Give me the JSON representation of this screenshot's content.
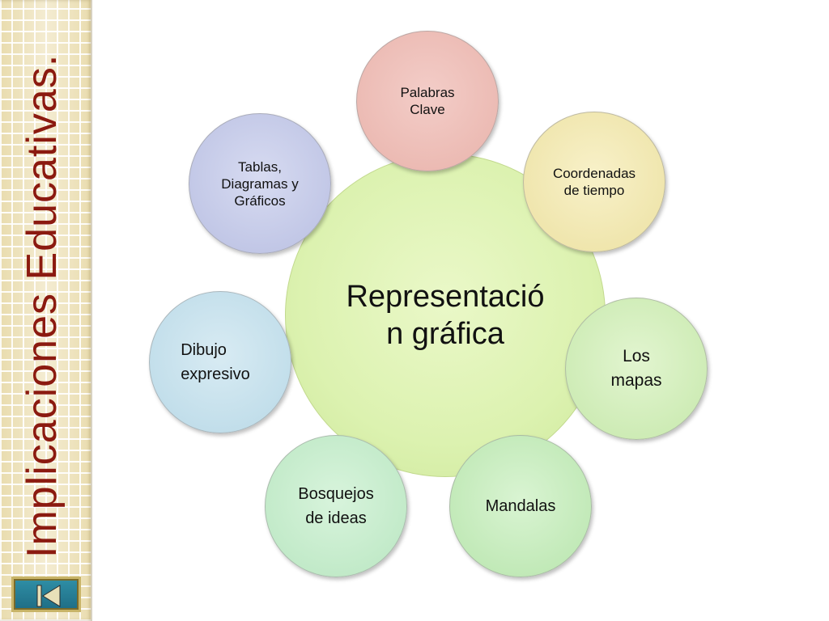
{
  "sidebar": {
    "title": "Implicaciones Educativas.",
    "title_color": "#8b1a10",
    "back_button_icon": "skip-to-start-icon"
  },
  "diagram": {
    "center": {
      "line1": "Representació",
      "line2": "n gráfica",
      "color": "#dcf2b0"
    },
    "nodes": {
      "palabras": {
        "line1": "Palabras",
        "line2": "Clave",
        "color": "#e9b3ab"
      },
      "coordenadas": {
        "line1": "Coordenadas",
        "line2": "de tiempo",
        "color": "#ece1a2"
      },
      "tablas": {
        "line1": "Tablas,",
        "line2": "Diagramas y",
        "line3": "Gráficos",
        "color": "#b9bfe2"
      },
      "dibujo": {
        "line1": "Dibujo",
        "line2": "expresivo",
        "color": "#b9d9e7"
      },
      "mapas": {
        "line1": "Los",
        "line2": "mapas",
        "color": "#c6e8ab"
      },
      "bosquejos": {
        "line1": "Bosquejos",
        "line2": "de ideas",
        "color": "#b9e6c1"
      },
      "mandalas": {
        "line1": "Mandalas",
        "color": "#b8e5ad"
      }
    }
  }
}
